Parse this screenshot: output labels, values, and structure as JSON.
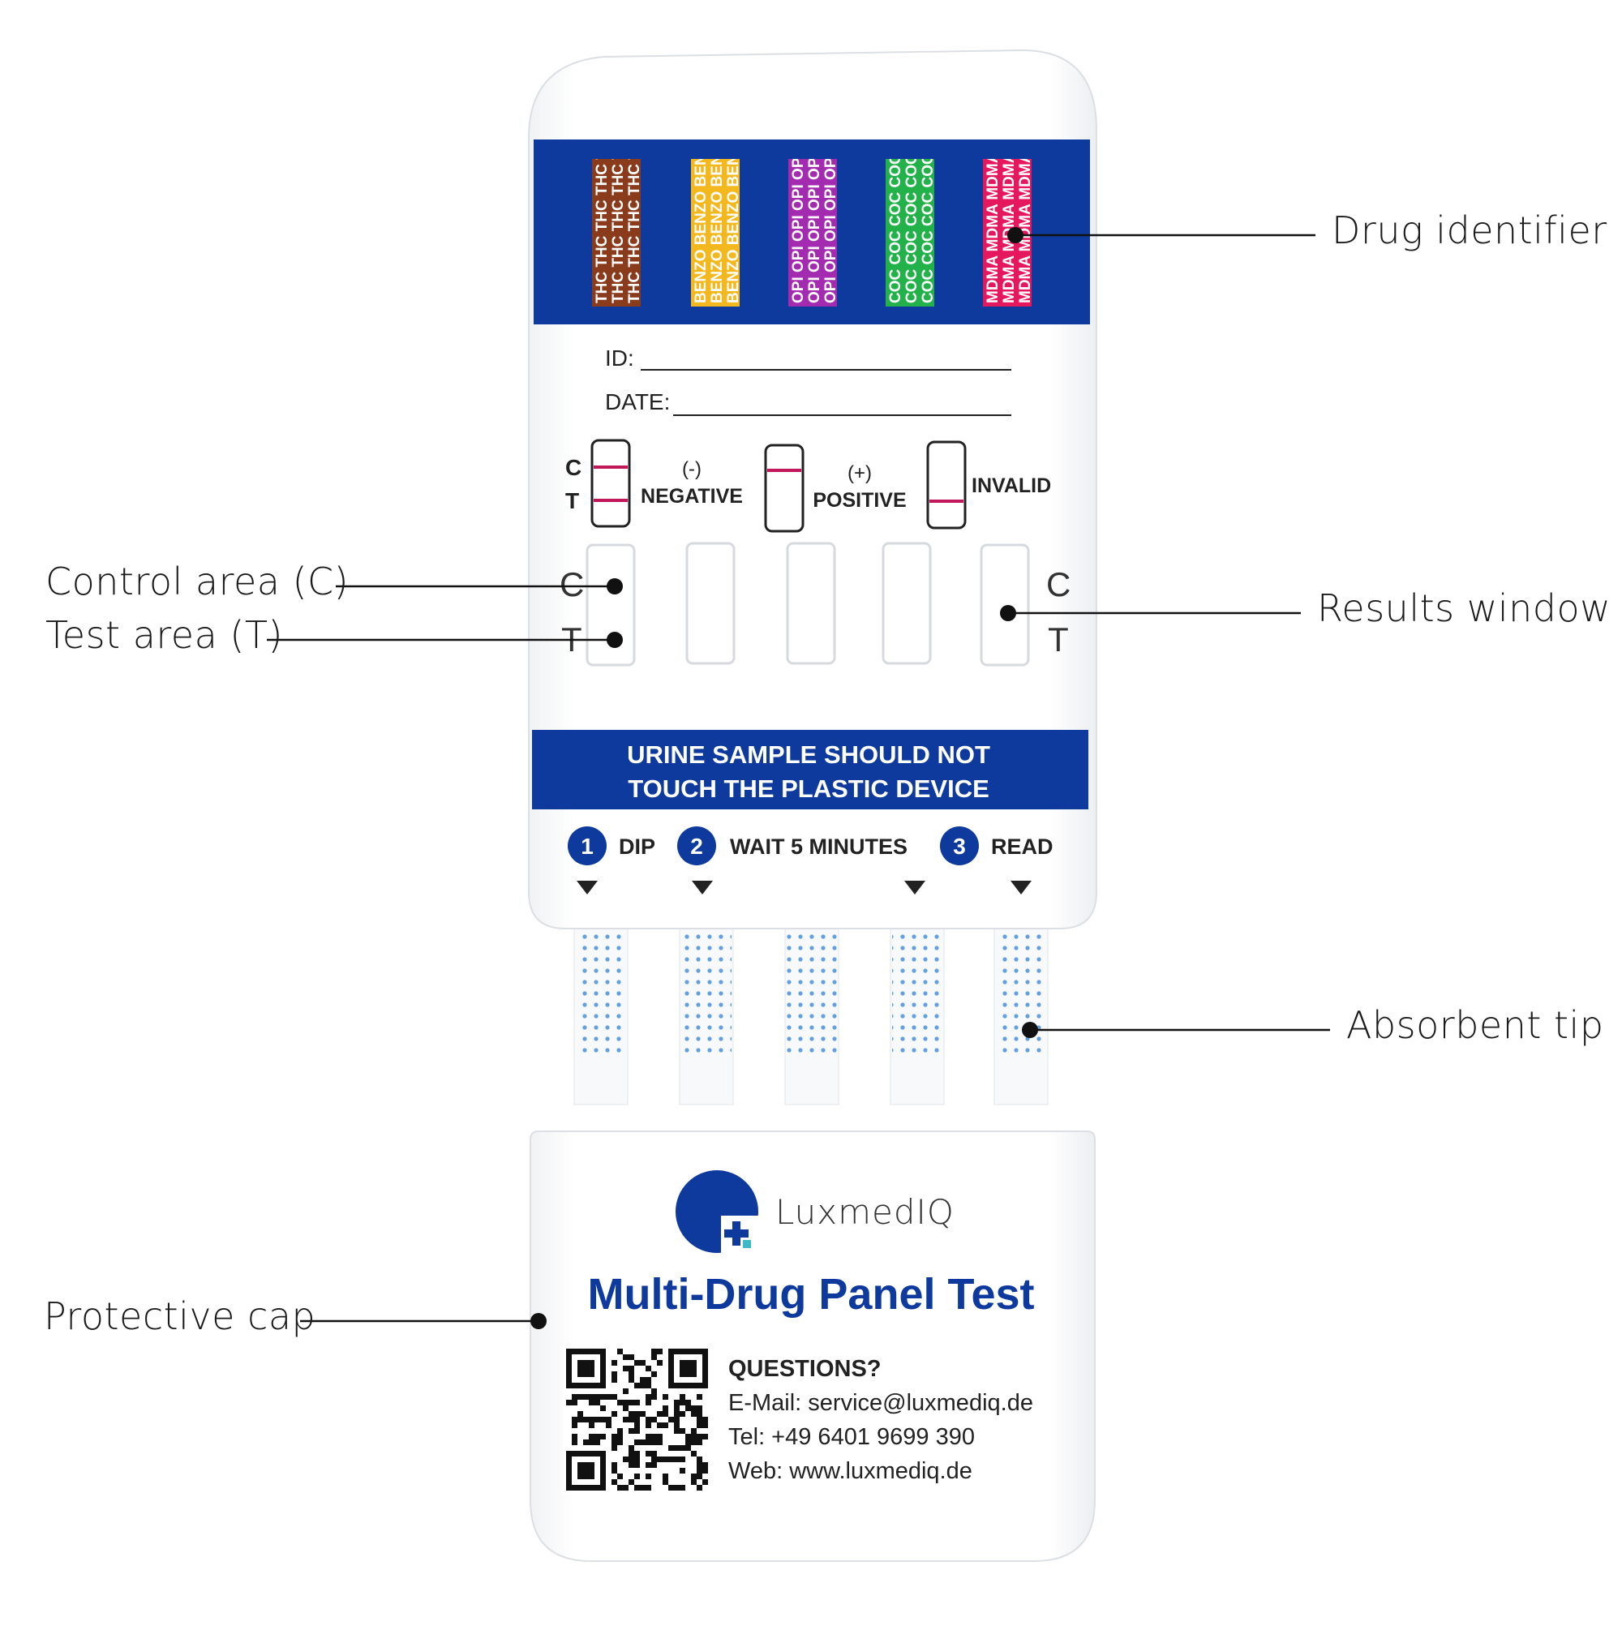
{
  "callouts": {
    "drug_identifier": "Drug identifier",
    "control_area": "Control area (C)",
    "test_area": "Test area (T)",
    "results_window": "Results window",
    "absorbent_tip": "Absorbent tip",
    "protective_cap": "Protective cap"
  },
  "drugs": [
    {
      "code": "THC",
      "color": "#8a3b1c"
    },
    {
      "code": "BENZO",
      "color": "#f3b81d"
    },
    {
      "code": "OPI",
      "color": "#a22bb0"
    },
    {
      "code": "COC",
      "color": "#23b24a"
    },
    {
      "code": "MDMA",
      "color": "#e5175d"
    }
  ],
  "form": {
    "id_label": "ID:",
    "date_label": "DATE:"
  },
  "legend": {
    "c": "C",
    "t": "T",
    "negative_sign": "(-)",
    "negative": "NEGATIVE",
    "positive_sign": "(+)",
    "positive": "POSITIVE",
    "invalid": "INVALID"
  },
  "window_marks": {
    "c": "C",
    "t": "T"
  },
  "warning": {
    "line1": "URINE SAMPLE SHOULD NOT",
    "line2": "TOUCH THE PLASTIC DEVICE"
  },
  "steps": [
    {
      "num": "1",
      "label": "DIP"
    },
    {
      "num": "2",
      "label": "WAIT 5 MINUTES"
    },
    {
      "num": "3",
      "label": "READ"
    }
  ],
  "cap": {
    "brand": "LuxmedIQ",
    "product": "Multi-Drug Panel Test",
    "questions": "QUESTIONS?",
    "email": "E-Mail: service@luxmediq.de",
    "tel": "Tel: +49 6401 9699 390",
    "web": "Web: www.luxmediq.de"
  },
  "colors": {
    "brand_blue": "#0d3a9c",
    "marker_pink": "#c2185b",
    "dot_blue": "#4a90d9"
  }
}
